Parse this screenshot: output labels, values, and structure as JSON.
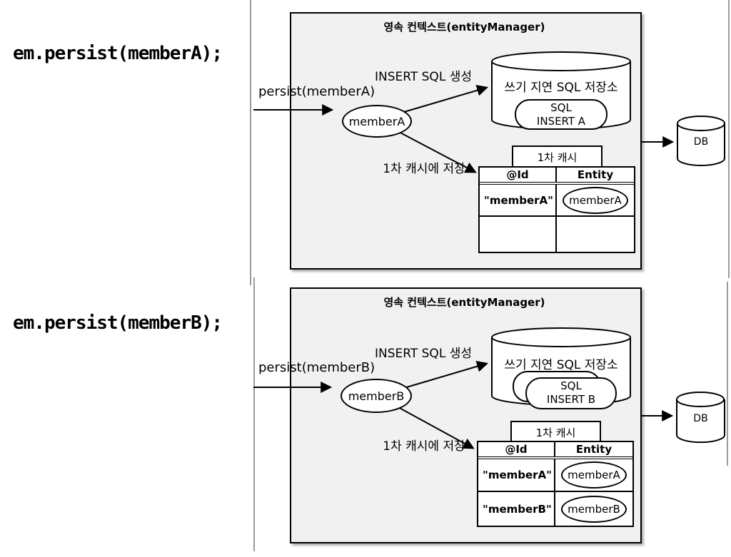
{
  "colors": {
    "box_fill": "#f1f1f1",
    "stroke": "#000000",
    "guide_line": "#9b9b9b"
  },
  "top": {
    "code": "em.persist(memberA);",
    "context_title": "영속 컨텍스트(entityManager)",
    "persist_label": "persist(memberA)",
    "insert_sql_label": "INSERT SQL 생성",
    "cache_save_label": "1차 캐시에 저장",
    "entity_label": "memberA",
    "sql_store_title": "쓰기 지연 SQL 저장소",
    "sql_item_line1": "SQL",
    "sql_item_line2": "INSERT A",
    "cache_title": "1차 캐시",
    "table": {
      "headers": [
        "@Id",
        "Entity"
      ],
      "rows": [
        {
          "id": "\"memberA\"",
          "entity": "memberA"
        },
        {
          "id": "",
          "entity": ""
        }
      ]
    },
    "db_label": "DB"
  },
  "bottom": {
    "code": "em.persist(memberB);",
    "context_title": "영속 컨텍스트(entityManager)",
    "persist_label": "persist(memberB)",
    "insert_sql_label": "INSERT SQL 생성",
    "cache_save_label": "1차 캐시에 저장",
    "entity_label": "memberB",
    "sql_store_title": "쓰기 지연 SQL 저장소",
    "sql_item_line1": "SQL",
    "sql_item_line2": "INSERT B",
    "cache_title": "1차 캐시",
    "table": {
      "headers": [
        "@Id",
        "Entity"
      ],
      "rows": [
        {
          "id": "\"memberA\"",
          "entity": "memberA"
        },
        {
          "id": "\"memberB\"",
          "entity": "memberB"
        }
      ]
    },
    "db_label": "DB"
  }
}
